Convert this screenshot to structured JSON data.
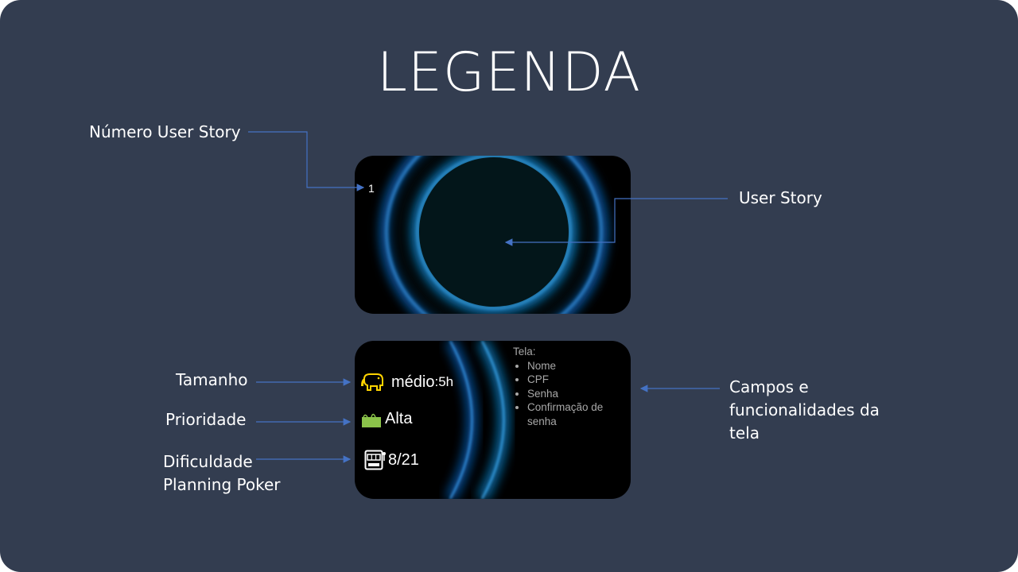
{
  "title": "LEGENDA",
  "labels": {
    "numero_user_story": "Número User Story",
    "user_story": "User Story",
    "tamanho": "Tamanho",
    "prioridade": "Prioridade",
    "dificuldade_line1": "Dificuldade",
    "dificuldade_line2": "Planning Poker",
    "campos_line1": "Campos e",
    "campos_line2": "funcionalidades da",
    "campos_line3": "tela"
  },
  "card_top": {
    "number": "1"
  },
  "card_bottom": {
    "size_value": "médio",
    "size_hours": ":5h",
    "priority_value": "Alta",
    "poker_value": "8/21",
    "screen_title": "Tela:",
    "screen_fields": [
      "Nome",
      "CPF",
      "Senha",
      "Confirmação de senha"
    ]
  },
  "colors": {
    "background": "#333d50",
    "connector": "#4472c4",
    "glow_blue": "#1e90ff",
    "size_icon": "#ffd400",
    "priority_icon": "#8bc34a"
  },
  "icons": {
    "size": "elephant-icon",
    "priority": "bag-icon",
    "poker": "slot-machine-icon"
  }
}
